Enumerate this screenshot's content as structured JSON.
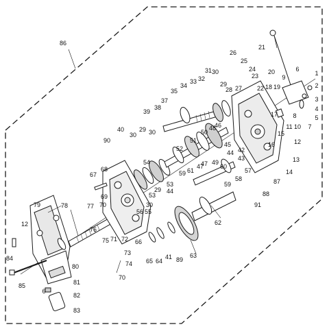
{
  "callouts": [
    "86",
    "26",
    "25",
    "24",
    "23",
    "21",
    "20",
    "19",
    "18",
    "9",
    "6",
    "1",
    "2",
    "3",
    "4",
    "5",
    "7",
    "8",
    "10",
    "11",
    "22",
    "27",
    "28",
    "29",
    "30",
    "31",
    "32",
    "33",
    "34",
    "35",
    "37",
    "38",
    "39",
    "40",
    "30",
    "29",
    "30",
    "90",
    "51",
    "50",
    "52",
    "54",
    "46",
    "48",
    "45",
    "44",
    "47",
    "47",
    "49",
    "42",
    "43",
    "12",
    "15",
    "16",
    "17",
    "13",
    "14",
    "67",
    "68",
    "69",
    "70",
    "77",
    "78",
    "79",
    "12",
    "84",
    "85",
    "80",
    "81",
    "82",
    "6",
    "83",
    "76",
    "75",
    "71",
    "72",
    "73",
    "74",
    "70",
    "66",
    "56",
    "55",
    "30",
    "53",
    "53",
    "44",
    "29",
    "61",
    "59",
    "60",
    "58",
    "57",
    "59",
    "87",
    "88",
    "91",
    "62",
    "63",
    "89",
    "41",
    "64",
    "65"
  ],
  "colors": {
    "line": "#1a1a1a",
    "fill": "#ffffff",
    "shade": "#cfcfcf",
    "dark": "#3a3a3a"
  }
}
